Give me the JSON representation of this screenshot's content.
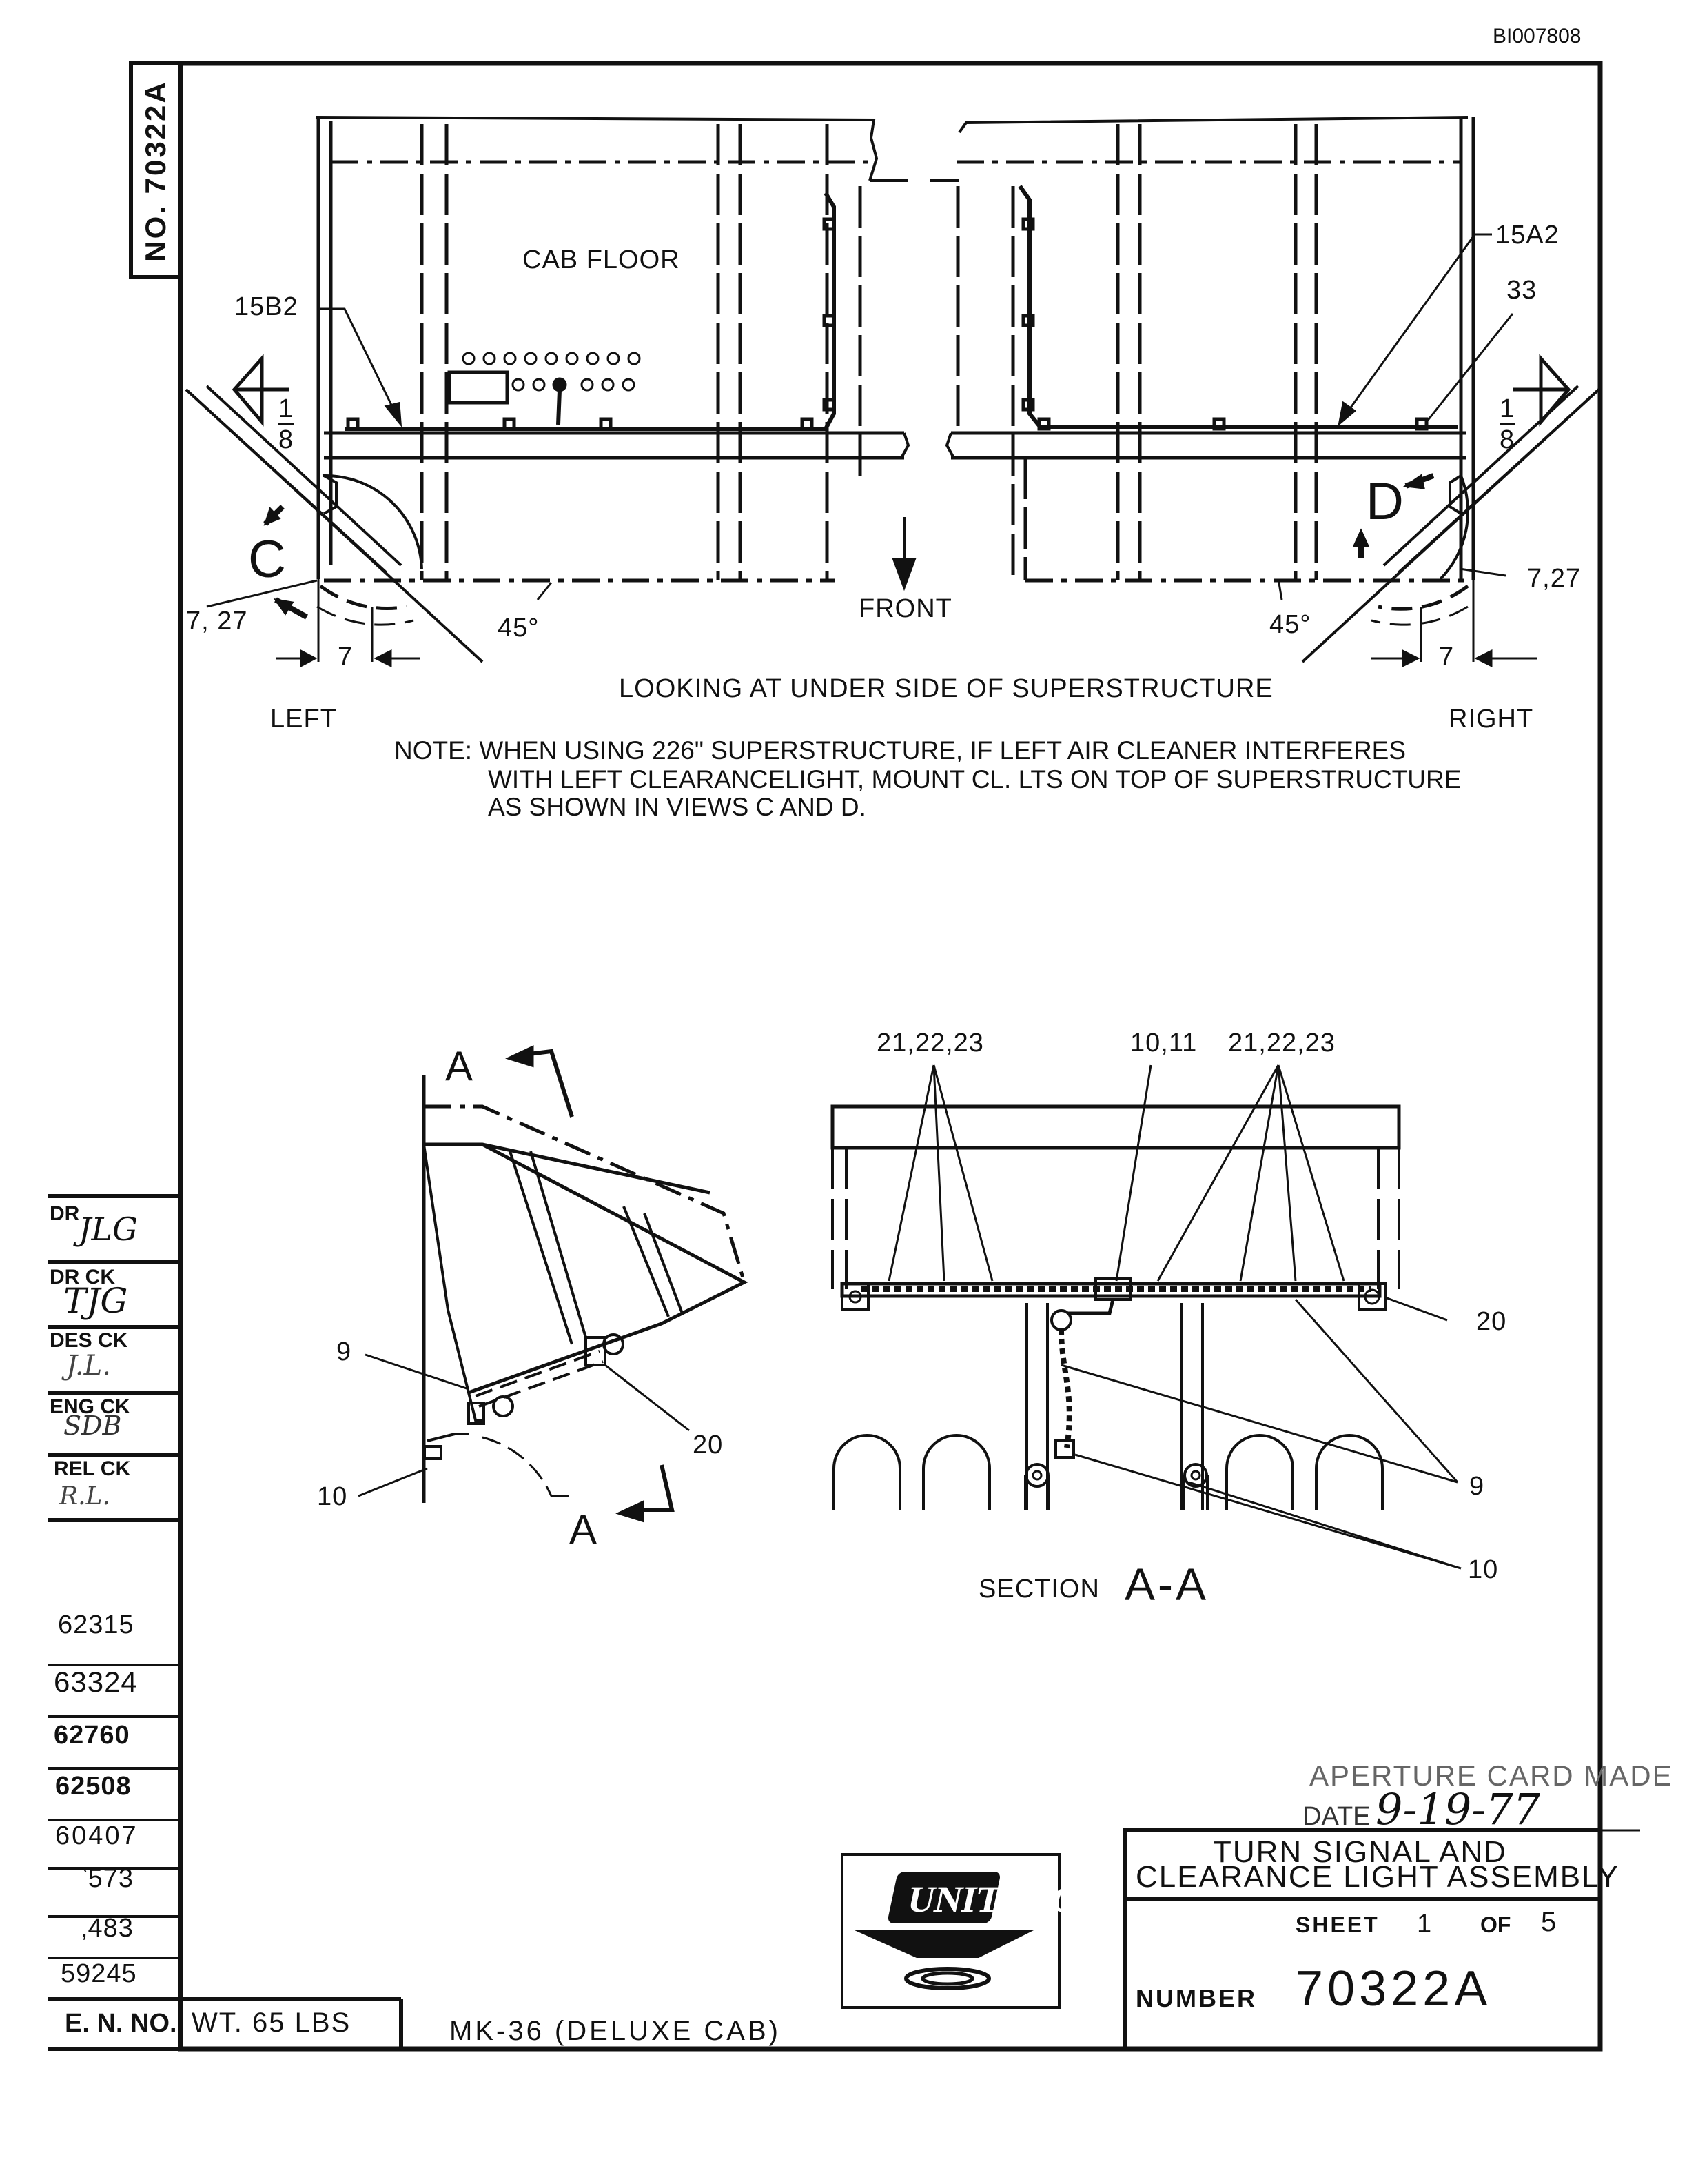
{
  "doc_id": "BI007808",
  "drawing_no_vertical": "NO. 70322A",
  "plan_view": {
    "cab_floor": "CAB FLOOR",
    "ref_15b2": "15B2",
    "ref_15a2": "15A2",
    "ref_33": "33",
    "fraction_left_num": "1",
    "fraction_left_den": "8",
    "fraction_right_num": "1",
    "fraction_right_den": "8",
    "view_c": "C",
    "view_d": "D",
    "ref_7_27_left": "7, 27",
    "ref_7_27_right": "7,27",
    "dim_7_left": "7",
    "dim_7_right": "7",
    "angle_left": "45°",
    "angle_right": "45°",
    "front": "FRONT",
    "caption": "LOOKING AT UNDER SIDE OF SUPERSTRUCTURE",
    "left": "LEFT",
    "right": "RIGHT"
  },
  "note": {
    "line1": "NOTE: WHEN USING 226\" SUPERSTRUCTURE, IF LEFT AIR CLEANER INTERFERES",
    "line2": "WITH LEFT CLEARANCELIGHT, MOUNT CL. LTS ON TOP OF SUPERSTRUCTURE",
    "line3": "AS SHOWN IN VIEWS C AND D."
  },
  "side_view": {
    "section_mark_top": "A",
    "section_mark_bottom": "A",
    "ref_9": "9",
    "ref_20": "20",
    "ref_10": "10"
  },
  "section_view": {
    "ref_21_22_23_left": "21,22,23",
    "ref_10_11": "10,11",
    "ref_21_22_23_right": "21,22,23",
    "ref_20": "20",
    "ref_9": "9",
    "ref_10": "10",
    "section_label": "SECTION",
    "section_name": "A-A"
  },
  "approvals": [
    {
      "role": "DR",
      "initials": "JLG"
    },
    {
      "role": "DR CK",
      "initials": "TJG"
    },
    {
      "role": "DES CK",
      "initials": "J.L."
    },
    {
      "role": "ENG CK",
      "initials": "SDB"
    },
    {
      "role": "REL CK",
      "initials": "R.L."
    }
  ],
  "change_numbers": [
    "62315",
    "63324",
    "62760",
    "62508",
    "60407",
    "‵573",
    "‚483",
    "59245"
  ],
  "en_no_label": "E. N. NO.",
  "weight": "WT. 65 LBS",
  "model": "MK-36 (DELUXE CAB)",
  "aperture_stamp": "APERTURE CARD MADE",
  "aperture_date_label": "DATE",
  "aperture_date": "9-19-77",
  "title_line1": "TURN SIGNAL AND",
  "title_line2": "CLEARANCE LIGHT ASSEMBLY",
  "sheet_label": "SHEET",
  "sheet_no": "1",
  "of_label": "OF",
  "sheet_total": "5",
  "number_label": "NUMBER",
  "number": "70322A",
  "logo_text": "UNIT RIG"
}
